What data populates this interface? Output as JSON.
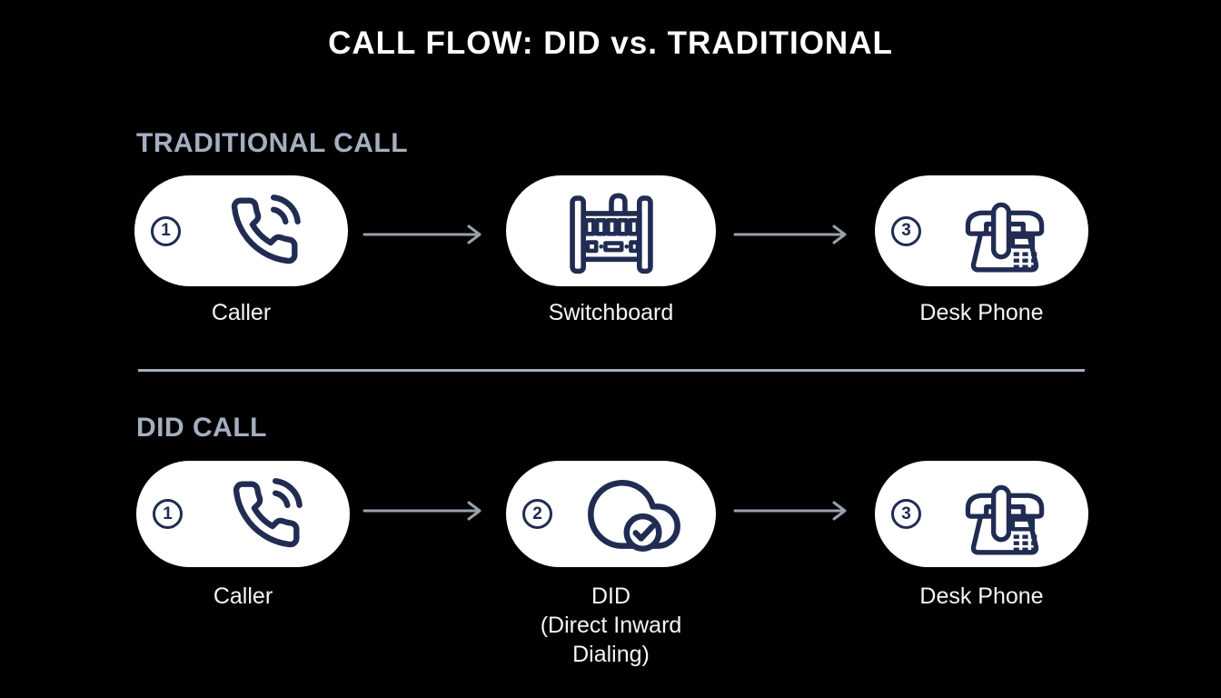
{
  "title": "CALL FLOW: DID vs. TRADITIONAL",
  "colors": {
    "background": "#000000",
    "card": "#ffffff",
    "icon": "#202c52",
    "header": "#a6afc1",
    "arrow": "#99a1ac",
    "label": "#f5f5f5",
    "titlecol": "#ffffff",
    "divider": "#a6afc1"
  },
  "sections": [
    {
      "header": "TRADITIONAL CALL",
      "nodes": [
        {
          "step": "1",
          "icon": "phone-call",
          "label": "Caller"
        },
        {
          "step": "",
          "icon": "switchboard",
          "label": "Switchboard"
        },
        {
          "step": "3",
          "icon": "desk-phone",
          "label": "Desk Phone"
        }
      ]
    },
    {
      "header": "DID CALL",
      "nodes": [
        {
          "step": "1",
          "icon": "phone-call",
          "label": "Caller"
        },
        {
          "step": "2",
          "icon": "cloud-check",
          "label": "DID\n(Direct Inward\nDialing)"
        },
        {
          "step": "3",
          "icon": "desk-phone",
          "label": "Desk Phone"
        }
      ]
    }
  ]
}
